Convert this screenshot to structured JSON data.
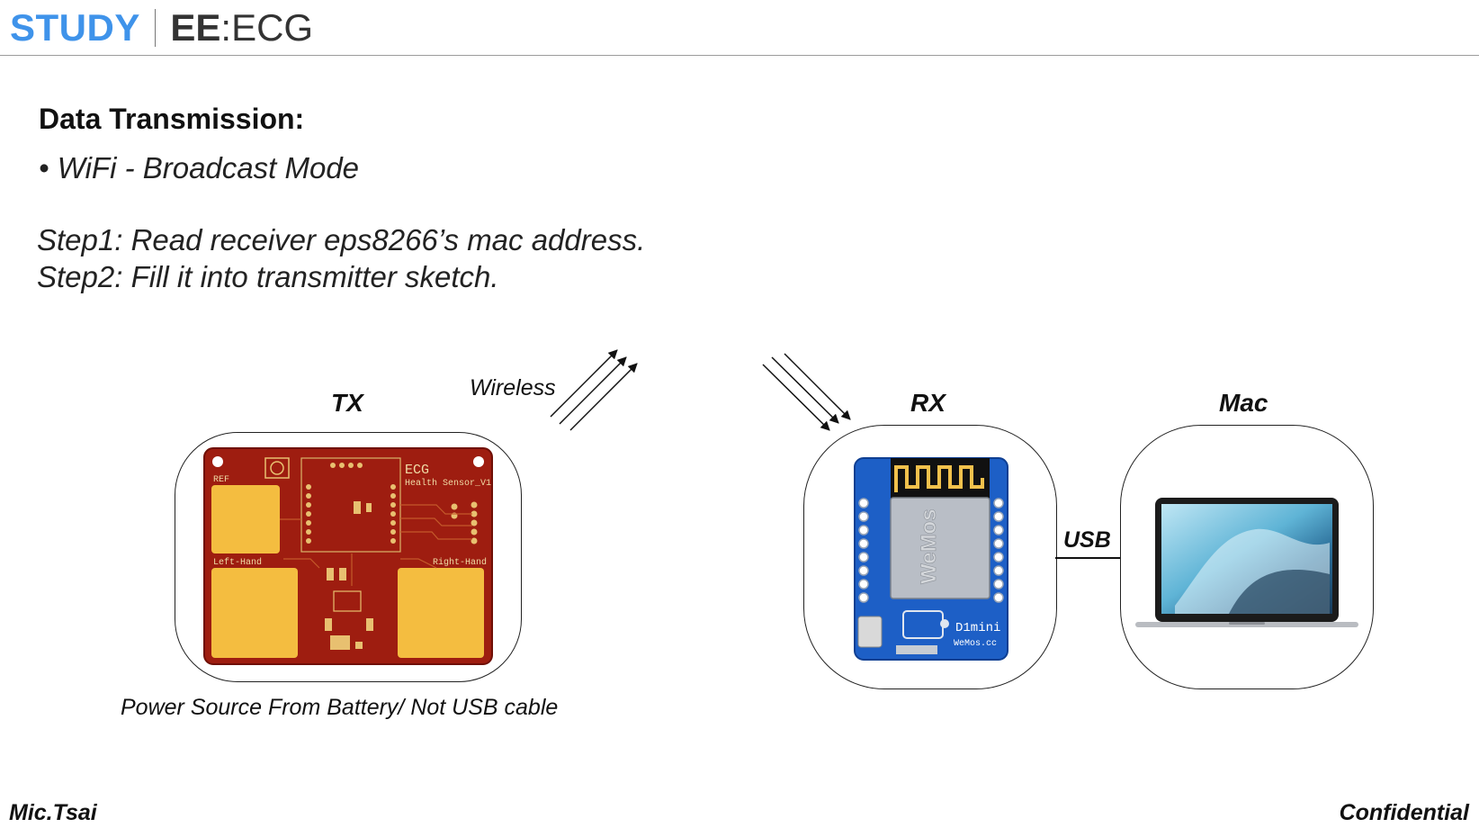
{
  "header": {
    "brand": "STUDY",
    "dept": "EE",
    "separator": ": ",
    "topic": "ECG"
  },
  "content": {
    "section_title": "Data Transmission:",
    "bullet": "• WiFi - Broadcast Mode",
    "step1": "Step1: Read receiver eps8266’s mac address.",
    "step2": "Step2: Fill it into transmitter sketch."
  },
  "diagram": {
    "tx_label": "TX",
    "rx_label": "RX",
    "mac_label": "Mac",
    "wireless_label": "Wireless",
    "usb_label": "USB",
    "caption": "Power Source From Battery/ Not USB cable",
    "pcb": {
      "title": "ECG",
      "subtitle": "Health Sensor_V1",
      "ref": "REF",
      "left_hand": "Left-Hand",
      "right_hand": "Right-Hand",
      "board_color": "#9e1d10",
      "pad_color": "#f4bd40"
    },
    "esp": {
      "model_text": "D1mini",
      "brand_text": "WeMos.cc",
      "chip_text": "WeMos",
      "board_color": "#1d5fc6"
    },
    "mac": {
      "screen_color": "#5fb4d6"
    }
  },
  "footer": {
    "author": "Mic.Tsai",
    "confidentiality": "Confidential"
  },
  "colors": {
    "brand_blue": "#3f93ea",
    "header_rule": "#9c9c9c"
  }
}
